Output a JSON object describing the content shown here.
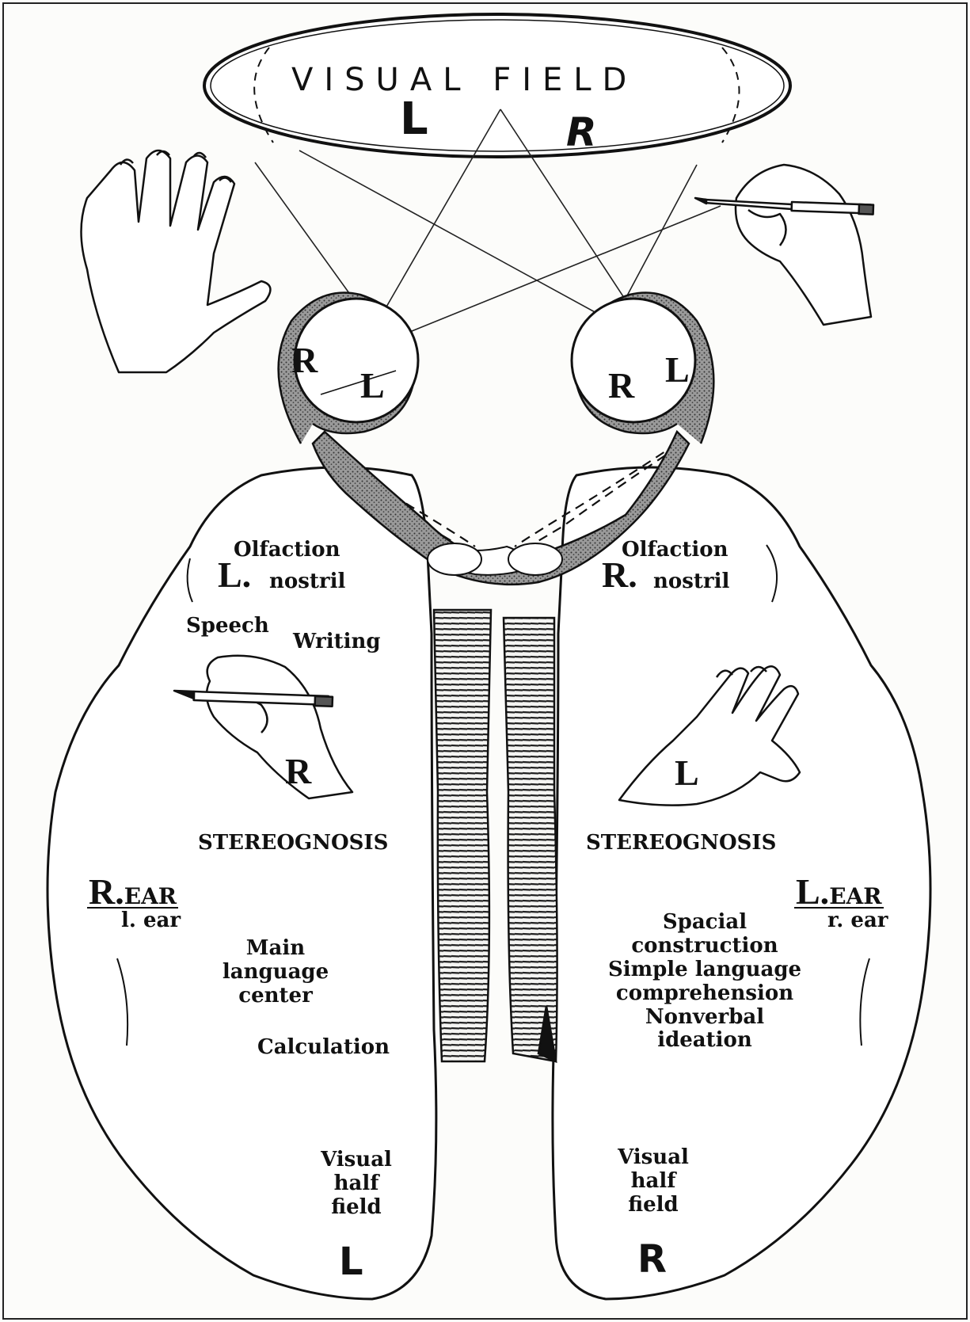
{
  "visual_field": {
    "title": "VISUAL FIELD",
    "left_letter": "L",
    "right_letter": "R"
  },
  "eyes": {
    "left_eye": {
      "r": "R",
      "l": "L"
    },
    "right_eye": {
      "r": "R",
      "l": "L"
    }
  },
  "left_hemisphere": {
    "olfaction": "Olfaction",
    "nostril_letter": "L.",
    "nostril": "nostril",
    "speech": "Speech",
    "writing": "Writing",
    "hand_letter": "R",
    "stereognosis": "STEREOGNOSIS",
    "ear_letter": "R.",
    "ear_main": "EAR",
    "ear_minor": "l. ear",
    "functions": [
      "Main",
      "language",
      "center"
    ],
    "calculation": "Calculation",
    "visual_half_field": [
      "Visual",
      "half",
      "field"
    ],
    "visual_letter": "L"
  },
  "right_hemisphere": {
    "olfaction": "Olfaction",
    "nostril_letter": "R.",
    "nostril": "nostril",
    "hand_letter": "L",
    "stereognosis": "STEREOGNOSIS",
    "ear_letter": "L.",
    "ear_main": "EAR",
    "ear_minor": "r. ear",
    "functions": [
      "Spacial",
      "construction",
      "Simple language",
      "comprehension",
      "Nonverbal",
      "ideation"
    ],
    "visual_half_field": [
      "Visual",
      "half",
      "field"
    ],
    "visual_letter": "R"
  }
}
